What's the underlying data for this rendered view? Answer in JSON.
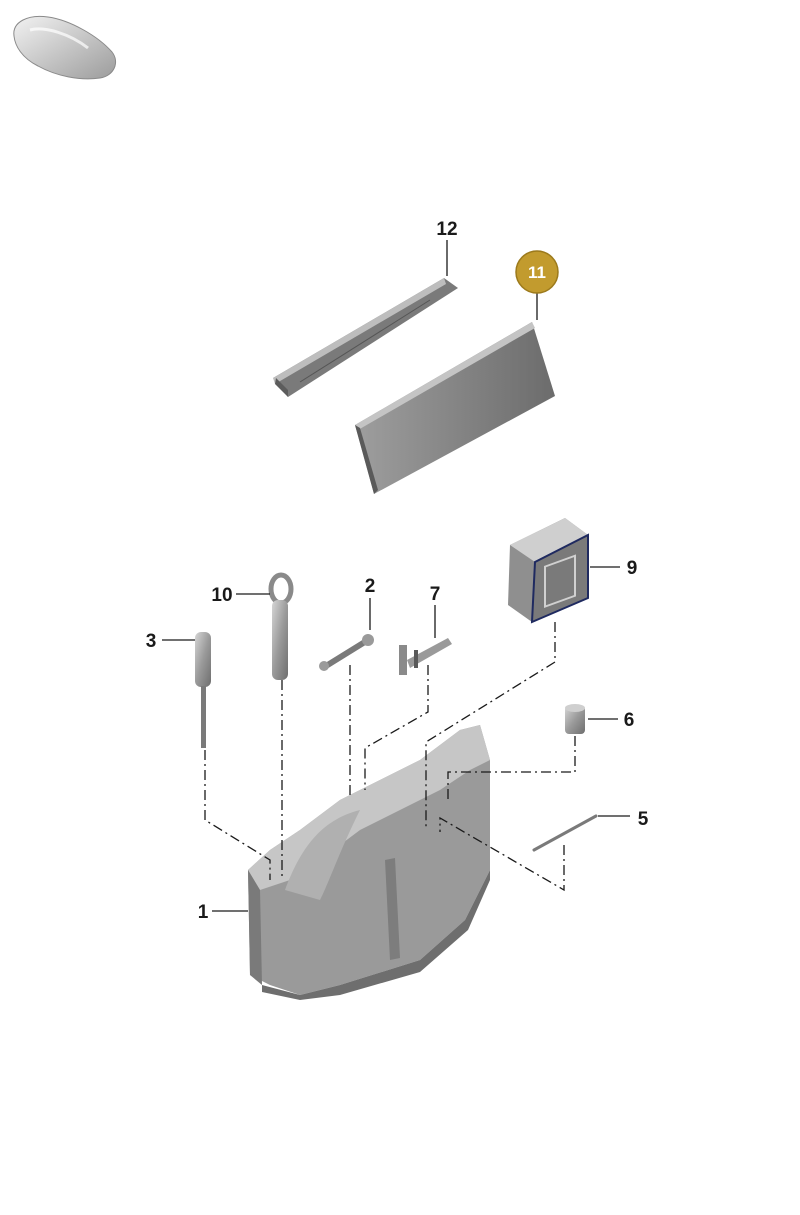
{
  "colors": {
    "highlight": "#c29b2e",
    "part_fill": "#8a8a8a",
    "part_dark": "#5a5a5a",
    "part_light": "#c8c8c8",
    "line": "#1a1a1a"
  },
  "callouts": [
    {
      "id": "1",
      "label": "1",
      "highlighted": false
    },
    {
      "id": "2",
      "label": "2",
      "highlighted": false
    },
    {
      "id": "3",
      "label": "3",
      "highlighted": false
    },
    {
      "id": "5",
      "label": "5",
      "highlighted": false
    },
    {
      "id": "6",
      "label": "6",
      "highlighted": false
    },
    {
      "id": "7",
      "label": "7",
      "highlighted": false
    },
    {
      "id": "9",
      "label": "9",
      "highlighted": false
    },
    {
      "id": "10",
      "label": "10",
      "highlighted": false
    },
    {
      "id": "11",
      "label": "11",
      "highlighted": true
    },
    {
      "id": "12",
      "label": "12",
      "highlighted": false
    }
  ],
  "icons": {
    "car_thumbnail": "car-silhouette-icon"
  }
}
